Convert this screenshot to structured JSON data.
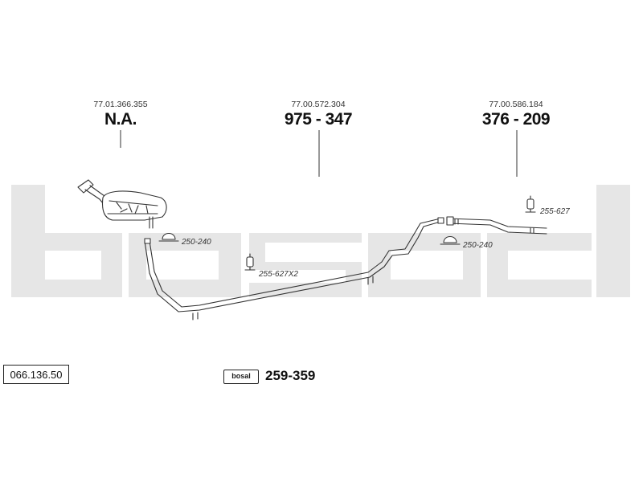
{
  "callouts": {
    "left": {
      "part": "77.01.366.355",
      "code": "N.A."
    },
    "middle": {
      "part": "77.00.572.304",
      "code": "975 - 347"
    },
    "right": {
      "part": "77.00.586.184",
      "code": "376 - 209"
    }
  },
  "fittings": {
    "clamp_left": "250-240",
    "clamp_right": "250-240",
    "hanger_mid": "255-627X2",
    "hanger_right": "255-627"
  },
  "footer": {
    "catalog_number": "066.136.50",
    "logo_text": "bosal",
    "kit_number": "259-359"
  },
  "watermark": "bosal",
  "colors": {
    "watermark": "#e6e6e6",
    "line": "#333333"
  }
}
